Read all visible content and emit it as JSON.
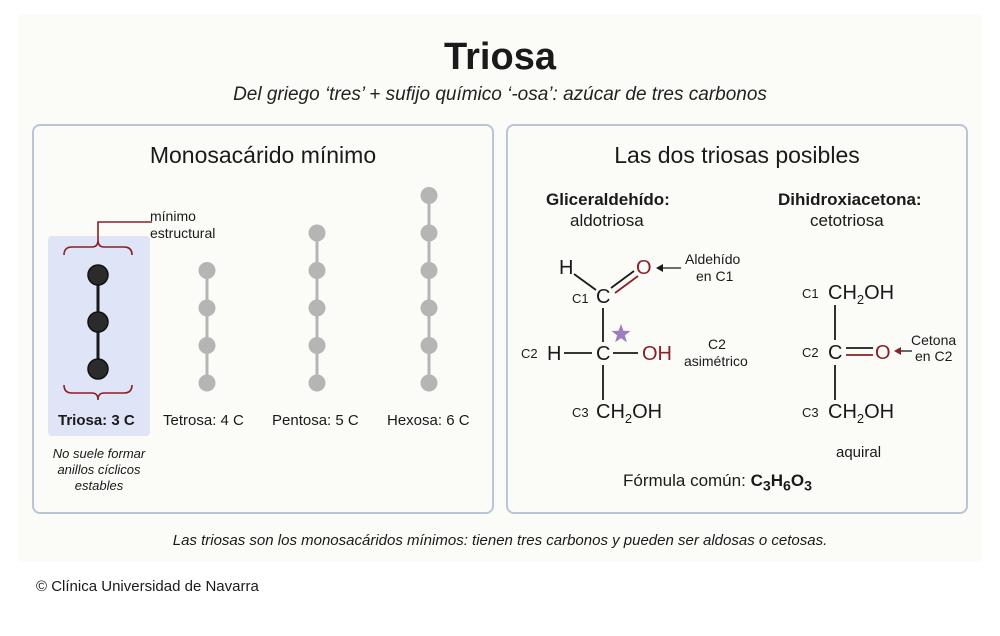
{
  "header": {
    "title": "Triosa",
    "subtitle": "Del griego ‘tres’ + sufijo químico ‘-osa’: azúcar de tres carbonos"
  },
  "left_panel": {
    "title": "Monosacárido mínimo",
    "annotation_line1": "mínimo",
    "annotation_line2": "estructural",
    "chains": [
      {
        "label": "Triosa: 3 C",
        "carbons": 3,
        "highlighted": true
      },
      {
        "label": "Tetrosa: 4 C",
        "carbons": 4,
        "highlighted": false
      },
      {
        "label": "Pentosa: 5 C",
        "carbons": 5,
        "highlighted": false
      },
      {
        "label": "Hexosa: 6 C",
        "carbons": 6,
        "highlighted": false
      }
    ],
    "note_line1": "No suele formar",
    "note_line2": "anillos cíclicos",
    "note_line3": "estables"
  },
  "right_panel": {
    "title": "Las dos triosas posibles",
    "glyceraldehyde": {
      "name": "Gliceraldehído:",
      "type": "aldotriosa",
      "h": "H",
      "o": "O",
      "c1": "C1",
      "c": "C",
      "c2": "C2",
      "h2": "H",
      "oh": "OH",
      "c3": "C3",
      "ch2oh": "CH",
      "ch2oh_sub": "2",
      "ch2oh_end": "OH",
      "aldehyde_note_line1": "Aldehído",
      "aldehyde_note_line2": "en C1",
      "asym_note_line1": "C2",
      "asym_note_line2": "asimétrico"
    },
    "dihydroxyacetone": {
      "name": "Dihidroxiacetona:",
      "type": "cetotriosa",
      "c1": "C1",
      "c2": "C2",
      "c3": "C3",
      "top_group": "CH",
      "top_sub": "2",
      "top_end": "OH",
      "c": "C",
      "o": "O",
      "bottom_group": "CH",
      "bottom_sub": "2",
      "bottom_end": "OH",
      "ketone_note_line1": "Cetona",
      "ketone_note_line2": "en C2",
      "chirality": "aquiral"
    },
    "formula_label": "Fórmula común:",
    "formula": {
      "c": "C",
      "c_n": "3",
      "h": "H",
      "h_n": "6",
      "o": "O",
      "o_n": "3"
    }
  },
  "footer": {
    "note": "Las triosas son los monosacáridos mínimos: tienen tres carbonos y pueden ser aldosas o cetosas.",
    "copyright": "© Clínica Universidad de Navarra"
  },
  "colors": {
    "border": "#b9c6d8",
    "highlight": "#dfe4f7",
    "bracket": "#8b1f24",
    "oxygen": "#8b1f24",
    "star": "#9b7fc0",
    "bead_dark": "#2b2b2b",
    "bead_light": "#b5b5b5"
  }
}
